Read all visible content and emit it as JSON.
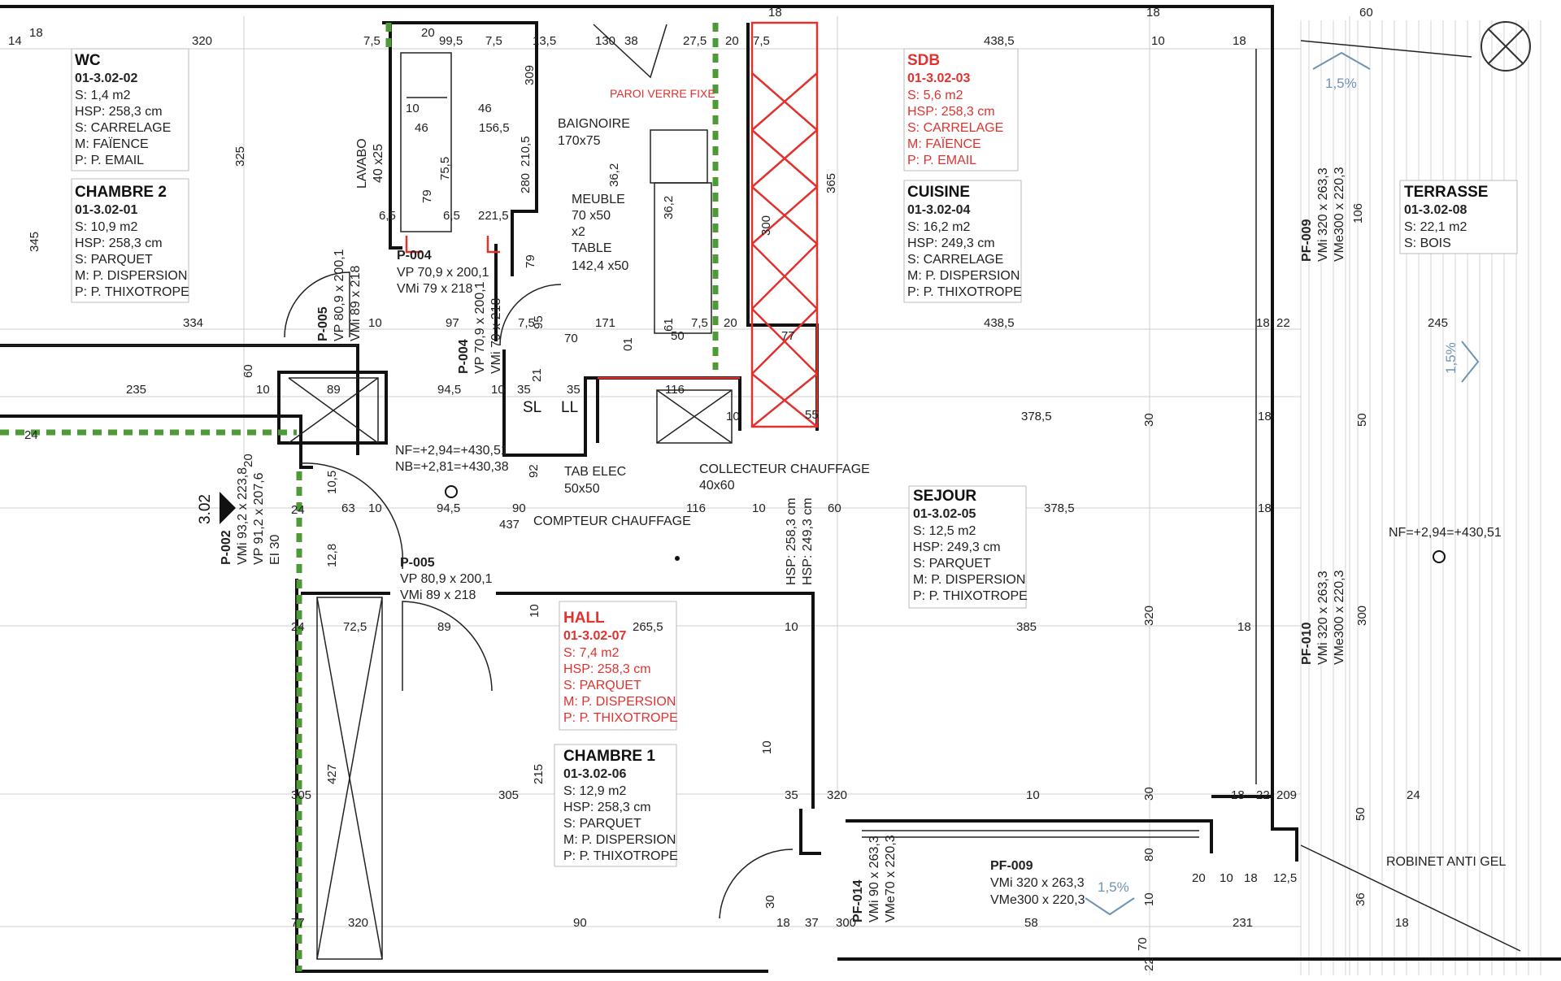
{
  "rooms": [
    {
      "id": "wc",
      "name": "WC",
      "code": "01-3.02-02",
      "lines": [
        "S: 1,4 m2",
        "HSP: 258,3 cm",
        "S: CARRELAGE",
        "M: FAÏENCE",
        "P: P. EMAIL"
      ]
    },
    {
      "id": "ch2",
      "name": "CHAMBRE 2",
      "code": "01-3.02-01",
      "lines": [
        "S: 10,9 m2",
        "HSP: 258,3 cm",
        "S: PARQUET",
        "M: P. DISPERSION",
        "P: P. THIXOTROPE"
      ]
    },
    {
      "id": "sdb",
      "name": "SDB",
      "code": "01-3.02-03",
      "lines": [
        "S: 5,6 m2",
        "HSP: 258,3 cm",
        "S: CARRELAGE",
        "M: FAÏENCE",
        "P: P. EMAIL"
      ]
    },
    {
      "id": "cuisine",
      "name": "CUISINE",
      "code": "01-3.02-04",
      "lines": [
        "S: 16,2 m2",
        "HSP: 249,3 cm",
        "S: CARRELAGE",
        "M: P. DISPERSION",
        "P: P. THIXOTROPE"
      ]
    },
    {
      "id": "terrasse",
      "name": "TERRASSE",
      "code": "01-3.02-08",
      "lines": [
        "S: 22,1 m2",
        "S: BOIS"
      ]
    },
    {
      "id": "sejour",
      "name": "SEJOUR",
      "code": "01-3.02-05",
      "lines": [
        "S: 12,5 m2",
        "HSP: 249,3 cm",
        "S: PARQUET",
        "M: P. DISPERSION",
        "P: P. THIXOTROPE"
      ]
    },
    {
      "id": "hall",
      "name": "HALL",
      "code": "01-3.02-07",
      "lines": [
        "S: 7,4 m2",
        "HSP: 258,3 cm",
        "S: PARQUET",
        "M: P. DISPERSION",
        "P: P. THIXOTROPE"
      ]
    },
    {
      "id": "ch1",
      "name": "CHAMBRE 1",
      "code": "01-3.02-06",
      "lines": [
        "S: 12,9 m2",
        "HSP: 258,3 cm",
        "S: PARQUET",
        "M: P. DISPERSION",
        "P: P. THIXOTROPE"
      ]
    }
  ],
  "annotations": [
    "PAROI VERRE FIXE",
    "BAIGNOIRE",
    "170x75",
    "MEUBLE",
    "70 x50",
    "x2",
    "TABLE",
    "142,4 x50",
    "LAVABO",
    "40 x25",
    "SL",
    "LL",
    "TAB ELEC",
    "50x50",
    "COLLECTEUR CHAUFFAGE",
    "40x60",
    "COMPTEUR CHAUFFAGE",
    "NF=+2,94=+430,51",
    "NB=+2,81=+430,38",
    "NF=+2,94=+430,51",
    "ROBINET ANTI GEL",
    "1,5%",
    "1,5%",
    "1,5%",
    "3.02",
    "HSP: 258,3 cm",
    "HSP: 249,3 cm"
  ],
  "doors": [
    {
      "code": "P-004",
      "lines": [
        "VP  70,9 x 200,1",
        "VMi 79 x 218"
      ]
    },
    {
      "code": "P-005",
      "lines": [
        "VP  80,9 x 200,1",
        "VMi 89 x 218"
      ]
    },
    {
      "code": "P-004",
      "lines": [
        "VP  70,9 x 200,1",
        "VMi 79 x 218"
      ]
    },
    {
      "code": "P-005",
      "lines": [
        "VP  80,9 x 200,1",
        "VMi 89 x 218"
      ]
    },
    {
      "code": "P-002",
      "lines": [
        "VMi  93,2 x 223,8",
        "VP   91,2 x 207,6",
        "EI 30"
      ]
    },
    {
      "code": "PF-009",
      "lines": [
        "VMi 320 x 263,3",
        "VMe300 x 220,3"
      ]
    },
    {
      "code": "PF-010",
      "lines": [
        "VMi 320 x 263,3",
        "VMe300 x 220,3"
      ]
    },
    {
      "code": "PF-009",
      "lines": [
        "VMi 320 x 263,3",
        "VMe300 x 220,3"
      ]
    },
    {
      "code": "PF-014",
      "lines": [
        "VMi 90 x 263,3",
        "VMe70 x 220,3"
      ]
    }
  ],
  "dimensions": [
    "14",
    "18",
    "320",
    "7,5",
    "20",
    "99,5",
    "7,5",
    "13,5",
    "130",
    "38",
    "27,5",
    "20",
    "7,5",
    "18",
    "438,5",
    "10",
    "18",
    "18",
    "60",
    "325",
    "345",
    "334",
    "10",
    "97",
    "7,5",
    "70",
    "171",
    "7,5",
    "20",
    "438,5",
    "18",
    "22",
    "245",
    "235",
    "60",
    "89",
    "10",
    "94,5",
    "10",
    "35",
    "35",
    "116",
    "10",
    "378,5",
    "30",
    "18",
    "50",
    "24",
    "20",
    "10,5",
    "24",
    "63",
    "10",
    "94,5",
    "90",
    "437",
    "116",
    "10",
    "60",
    "378,5",
    "18",
    "24",
    "12,8",
    "72,5",
    "89",
    "10",
    "265,5",
    "10",
    "385",
    "320",
    "18",
    "300",
    "305",
    "427",
    "305",
    "215",
    "10",
    "35",
    "320",
    "10",
    "30",
    "18",
    "22",
    "209",
    "24",
    "77",
    "320",
    "90",
    "30",
    "18",
    "37",
    "300",
    "58",
    "231",
    "18",
    "70",
    "10",
    "20",
    "10",
    "18",
    "12,5",
    "92",
    "10",
    "46",
    "46",
    "156,5",
    "75,5",
    "79",
    "6,5",
    "6,5",
    "221,5",
    "79",
    "95",
    "309",
    "36,2",
    "36,2",
    "61",
    "01",
    "50",
    "210,5",
    "280",
    "365",
    "300",
    "106",
    "36",
    "50",
    "22",
    "80",
    "77",
    "21",
    "55"
  ]
}
